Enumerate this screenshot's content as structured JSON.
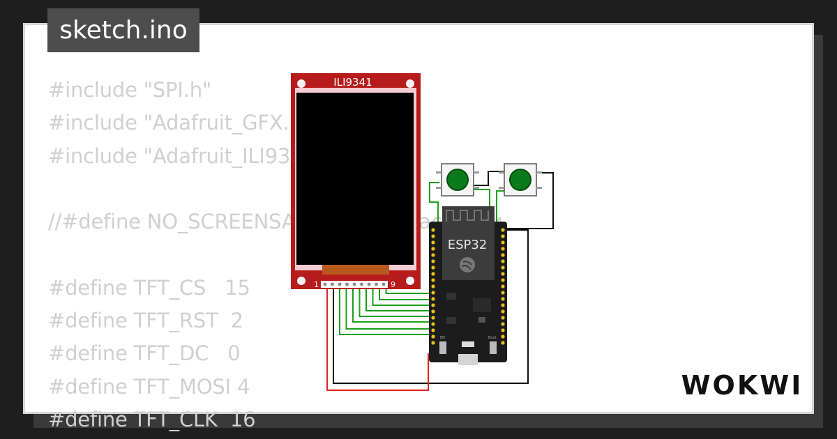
{
  "page": {
    "filename": "sketch.ino",
    "brand": "WOKWI"
  },
  "code_lines": [
    "#include \"SPI.h\"",
    "#include \"Adafruit_GFX.h\"",
    "#include \"Adafruit_ILI9341.h\"",
    "",
    "//#define NO_SCREENSAVER  // без заставки",
    "",
    "#define TFT_CS   15",
    "#define TFT_RST  2",
    "#define TFT_DC   0",
    "#define TFT_MOSI 4",
    "#define TFT_CLK  16"
  ],
  "display": {
    "label": "ILI9341",
    "pin_first": "1",
    "pin_last": "9",
    "board_color": "#b71c1c",
    "screen_color": "#000000",
    "ribbon_color": "#b85a1e"
  },
  "mcu": {
    "label": "ESP32",
    "pcb_color": "#1c1c1c",
    "module_color": "#3c3c3c",
    "en_label": "EN",
    "boot_label": "Boot"
  },
  "buttons": [
    {
      "name": "pushbutton-1",
      "cap_color": "#0a7a1a"
    },
    {
      "name": "pushbutton-2",
      "cap_color": "#0a7a1a"
    }
  ],
  "wire_colors": {
    "signal": "#1aa01a",
    "ground": "#111111",
    "power": "#e02020"
  },
  "theme": {
    "background": "#1e1e1e",
    "card": "#ffffff",
    "code_text": "#d0d0d0",
    "tab": "#4d4d4d"
  }
}
